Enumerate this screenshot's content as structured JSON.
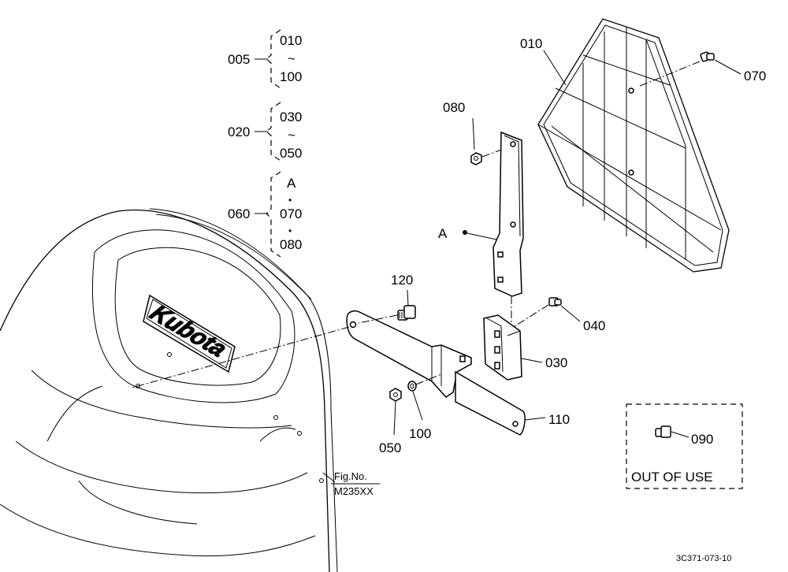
{
  "groups": {
    "g005": {
      "label": "005",
      "top": "010",
      "mid": "~",
      "bottom": "100"
    },
    "g020": {
      "label": "020",
      "top": "030",
      "mid": "~",
      "bottom": "050"
    },
    "g060": {
      "label": "060",
      "a": "A",
      "dot1": "•",
      "b": "070",
      "dot2": "•",
      "c": "080"
    }
  },
  "callouts": {
    "p010": "010",
    "p070": "070",
    "p080": "080",
    "pA": "A",
    "p120": "120",
    "p040": "040",
    "p030": "030",
    "p050": "050",
    "p100": "100",
    "p110": "110",
    "p090": "090"
  },
  "out_of_use": "OUT OF USE",
  "figure_ref": {
    "line1": "Fig.No.",
    "line2": "M235XX"
  },
  "brand_logo_text": "Kubota",
  "drawing_code": "3C371-073-10"
}
